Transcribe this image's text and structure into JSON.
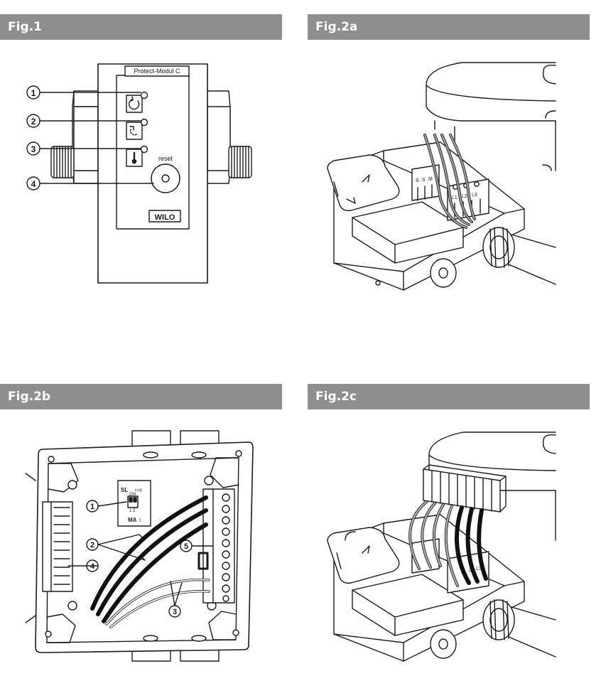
{
  "panels": {
    "fig1": {
      "title": "Fig.1"
    },
    "fig2a": {
      "title": "Fig.2a"
    },
    "fig2b": {
      "title": "Fig.2b"
    },
    "fig2c": {
      "title": "Fig.2c"
    }
  },
  "fig1": {
    "module_label": "Protect-Modul C",
    "reset_label": "reset",
    "brand": "WILO",
    "callouts": [
      "1",
      "2",
      "3",
      "4"
    ]
  },
  "fig2a": {
    "terminal_left": [
      "S",
      "S",
      "M"
    ],
    "terminal_right": [
      "L1",
      "L2",
      "L3"
    ]
  },
  "fig2b": {
    "dip_labels": {
      "sl": "SL",
      "ii": "I+II",
      "on": "ON",
      "nums": "1 2",
      "ma": "MA",
      "one": "I"
    },
    "callouts": [
      "1",
      "2",
      "3",
      "4",
      "5"
    ]
  },
  "fig2c": {
    "terminal_right": [
      "1",
      "2",
      "L3"
    ]
  },
  "colors": {
    "header_bg": "#8e8e8e",
    "line": "#1a1a1a",
    "device_fill": "#ffffff"
  }
}
